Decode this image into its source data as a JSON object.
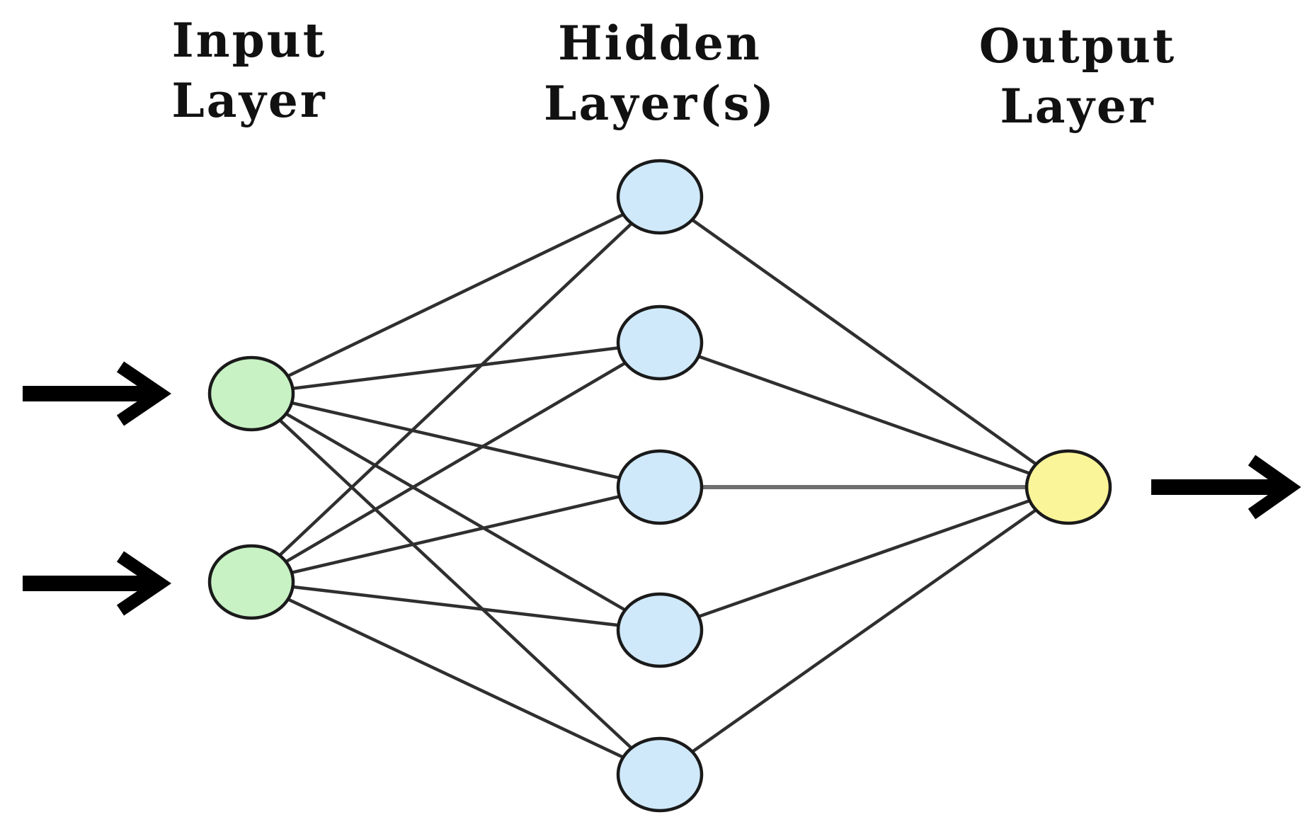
{
  "diagram": {
    "titles": {
      "input": [
        "Input",
        "Layer"
      ],
      "hidden": [
        "Hidden",
        "Layer(s)"
      ],
      "output": [
        "Output",
        "Layer"
      ]
    },
    "layers": [
      {
        "id": "input",
        "node_count": 2,
        "color": "#c8f2c4"
      },
      {
        "id": "hidden",
        "node_count": 5,
        "color": "#cfe9fa"
      },
      {
        "id": "output",
        "node_count": 1,
        "color": "#fbf59a"
      }
    ],
    "connectivity": "fully-connected",
    "input_arrows": 2,
    "output_arrows": 1,
    "colors": {
      "edge": "#2f2f2f",
      "node_outline": "#1a1a1a",
      "arrow": "#000000"
    }
  }
}
